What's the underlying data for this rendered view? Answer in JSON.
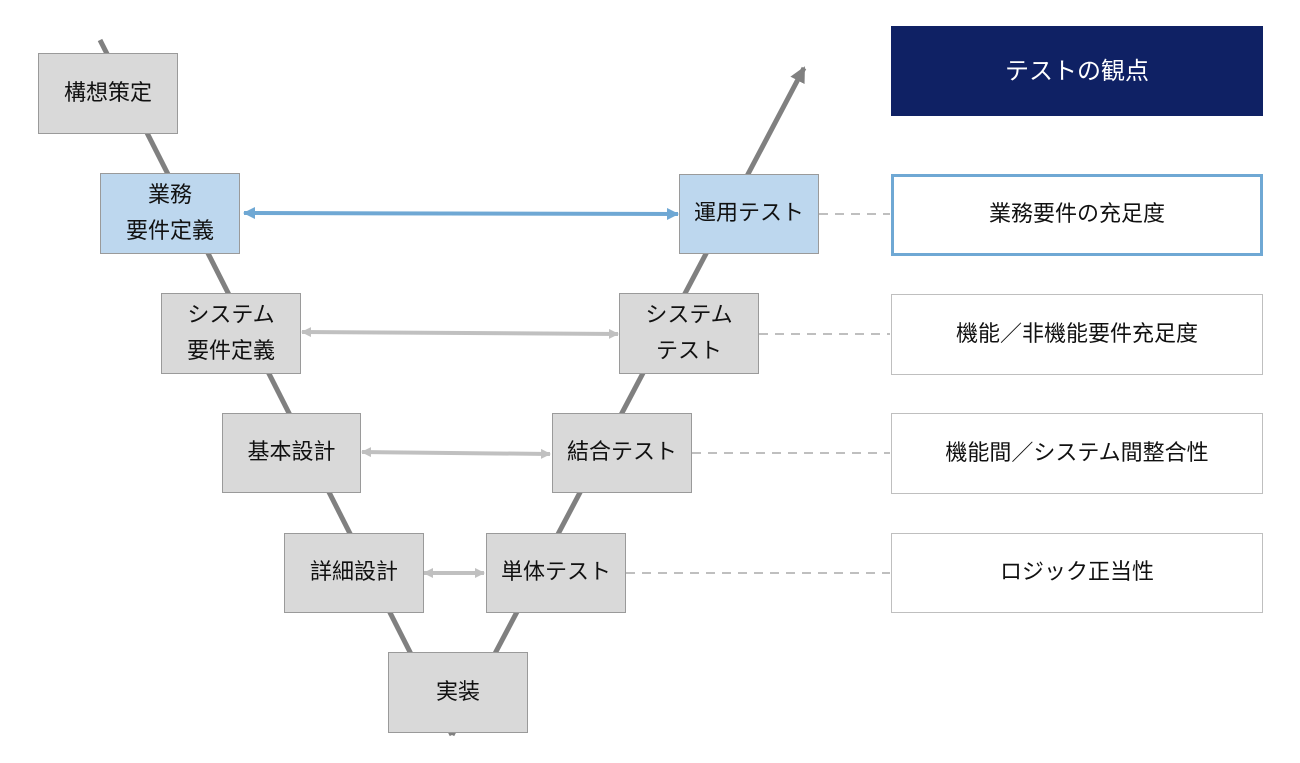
{
  "header": {
    "label": "テストの観点"
  },
  "left_phases": [
    {
      "id": "concept",
      "label": "構想策定"
    },
    {
      "id": "business-req",
      "label": "業務\n要件定義"
    },
    {
      "id": "system-req",
      "label": "システム\n要件定義"
    },
    {
      "id": "basic-design",
      "label": "基本設計"
    },
    {
      "id": "detail-design",
      "label": "詳細設計"
    }
  ],
  "bottom_phase": {
    "id": "implementation",
    "label": "実装"
  },
  "right_phases": [
    {
      "id": "operation-test",
      "label": "運用テスト"
    },
    {
      "id": "system-test",
      "label": "システム\nテスト"
    },
    {
      "id": "integration-test",
      "label": "結合テスト"
    },
    {
      "id": "unit-test",
      "label": "単体テスト"
    }
  ],
  "viewpoints": [
    {
      "id": "business-req-fulfillment",
      "label": "業務要件の充足度"
    },
    {
      "id": "functional-req-fulfillment",
      "label": "機能／非機能要件充足度"
    },
    {
      "id": "consistency",
      "label": "機能間／システム間整合性"
    },
    {
      "id": "logic-correctness",
      "label": "ロジック正当性"
    }
  ],
  "colors": {
    "header_bg": "#0f2164",
    "highlight_box": "#bdd7ee",
    "phase_box": "#d9d9d9",
    "highlight_arrow": "#6fa8d4",
    "arrow": "#c0c0c0",
    "v_line": "#808080"
  }
}
